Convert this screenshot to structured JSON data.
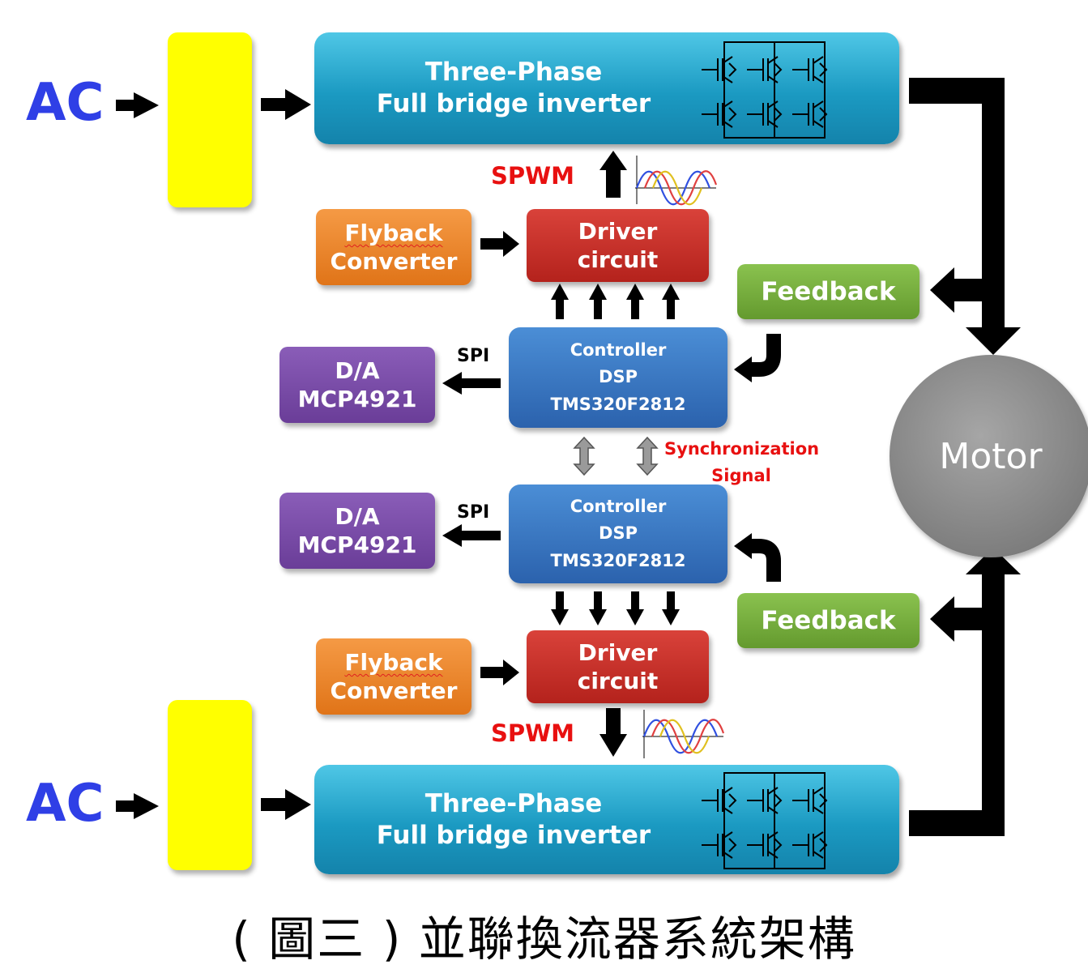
{
  "ac_label": "AC",
  "inverter": {
    "line1": "Three-Phase",
    "line2": "Full bridge inverter"
  },
  "spwm_label": "SPWM",
  "flyback": {
    "line1": "Flyback",
    "line2": "Converter"
  },
  "driver": {
    "line1": "Driver",
    "line2": "circuit"
  },
  "feedback_label": "Feedback",
  "controller": {
    "line1": "Controller",
    "line2": "DSP",
    "line3": "TMS320F2812"
  },
  "spi_label": "SPI",
  "dac": {
    "line1": "D/A",
    "line2": "MCP4921"
  },
  "sync": {
    "line1": "Synchronization",
    "line2": "Signal"
  },
  "motor_label": "Motor",
  "caption": "( 圖三 ) 並聯換流器系統架構",
  "colors": {
    "ac_text": "#2f3fe6",
    "rectifier": "#ffff00",
    "inverter": "#1b9ac2",
    "flyback": "#e07418",
    "driver": "#b4221c",
    "feedback": "#649a2e",
    "controller": "#2b62ad",
    "dac": "#6a3d98",
    "motor": "#808080",
    "signal_text": "#e81010"
  }
}
